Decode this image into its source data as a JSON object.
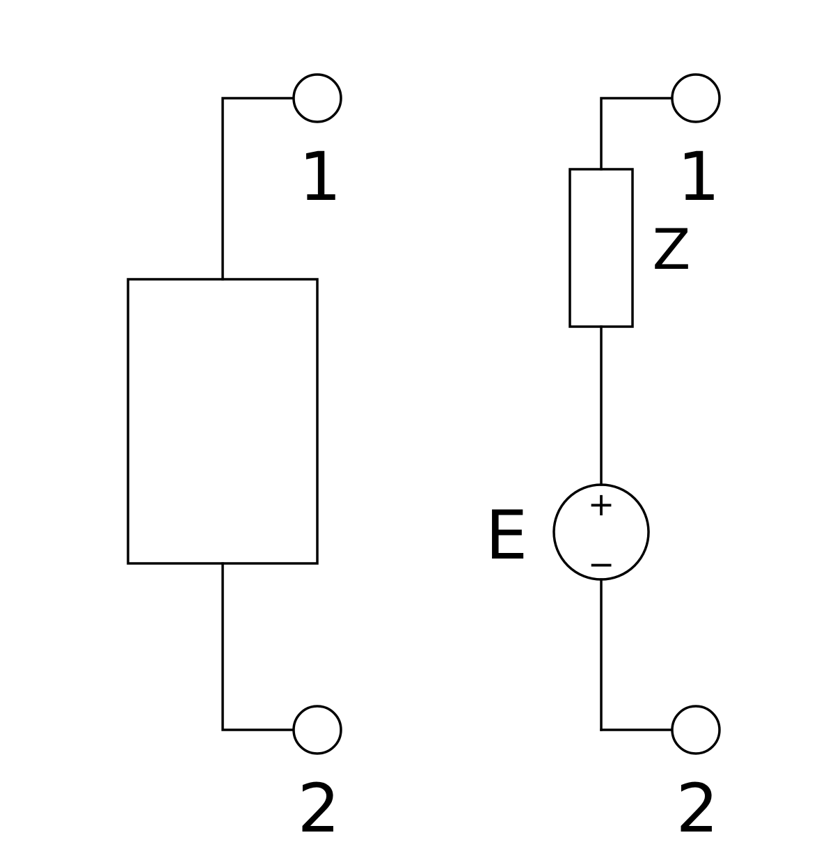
{
  "left_network": {
    "terminal_top_label": "1",
    "terminal_bottom_label": "2"
  },
  "right_network": {
    "terminal_top_label": "1",
    "terminal_bottom_label": "2",
    "impedance_label": "Z",
    "source_label": "E",
    "source_plus": "+",
    "source_minus": "−"
  },
  "colors": {
    "stroke": "#000000",
    "background": "#ffffff"
  }
}
